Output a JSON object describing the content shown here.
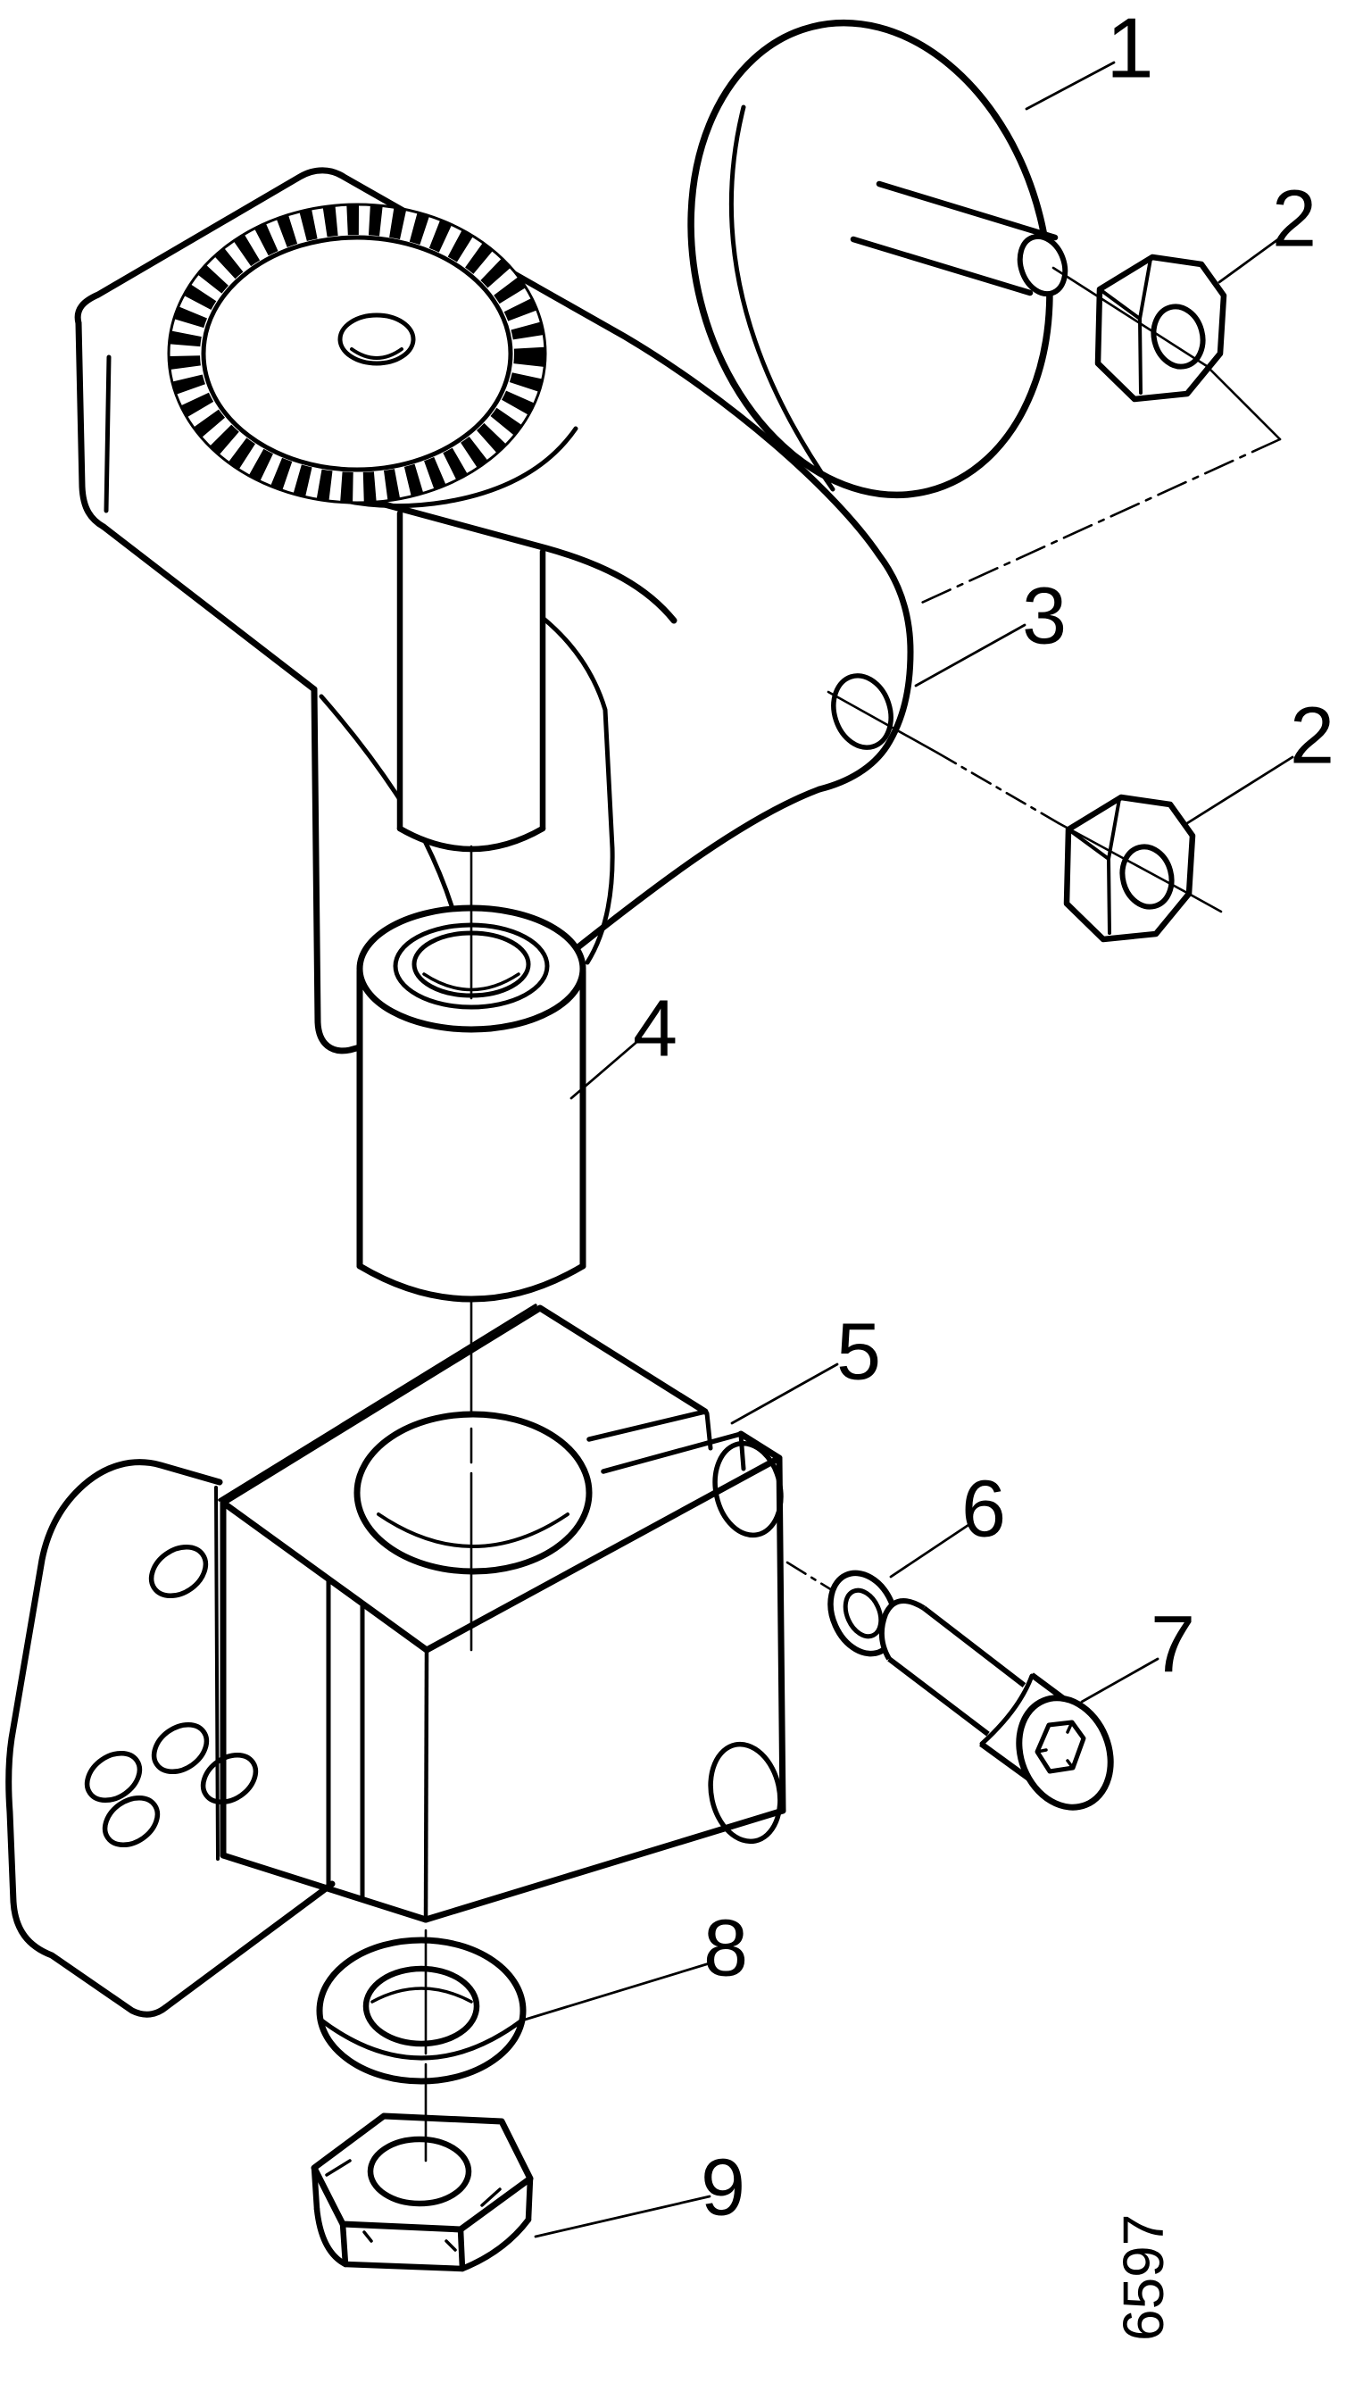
{
  "figure": {
    "drawing_number": "6597"
  },
  "style": {
    "ink": "#000000",
    "paper": "#ffffff"
  },
  "callouts": {
    "c1": {
      "label": "1"
    },
    "c2a": {
      "label": "2"
    },
    "c2b": {
      "label": "2"
    },
    "c3": {
      "label": "3"
    },
    "c4": {
      "label": "4"
    },
    "c5": {
      "label": "5"
    },
    "c6": {
      "label": "6"
    },
    "c7": {
      "label": "7"
    },
    "c8": {
      "label": "8"
    },
    "c9": {
      "label": "9"
    }
  }
}
